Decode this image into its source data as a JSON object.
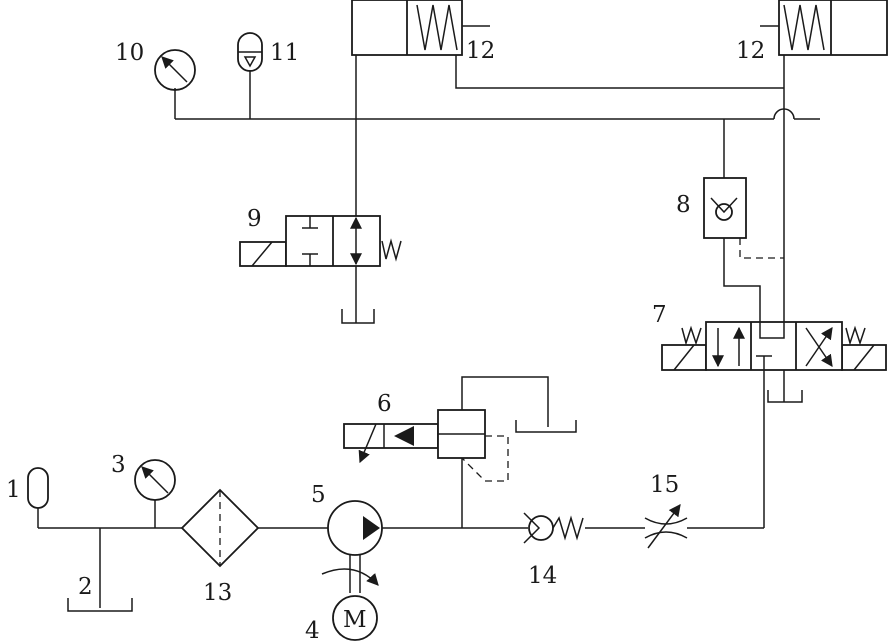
{
  "labels": {
    "reservoir_accumulator": "1",
    "tank": "2",
    "gauge_left": "3",
    "motor_num": "4",
    "motor_letter": "M",
    "pump": "5",
    "relief_valve": "6",
    "directional_valve": "7",
    "check_valve": "8",
    "solenoid_valve": "9",
    "gauge_top": "10",
    "accumulator_top": "11",
    "cylinder_left": "12",
    "cylinder_right": "12",
    "filter": "13",
    "check_valve_bottom": "14",
    "throttle": "15"
  }
}
